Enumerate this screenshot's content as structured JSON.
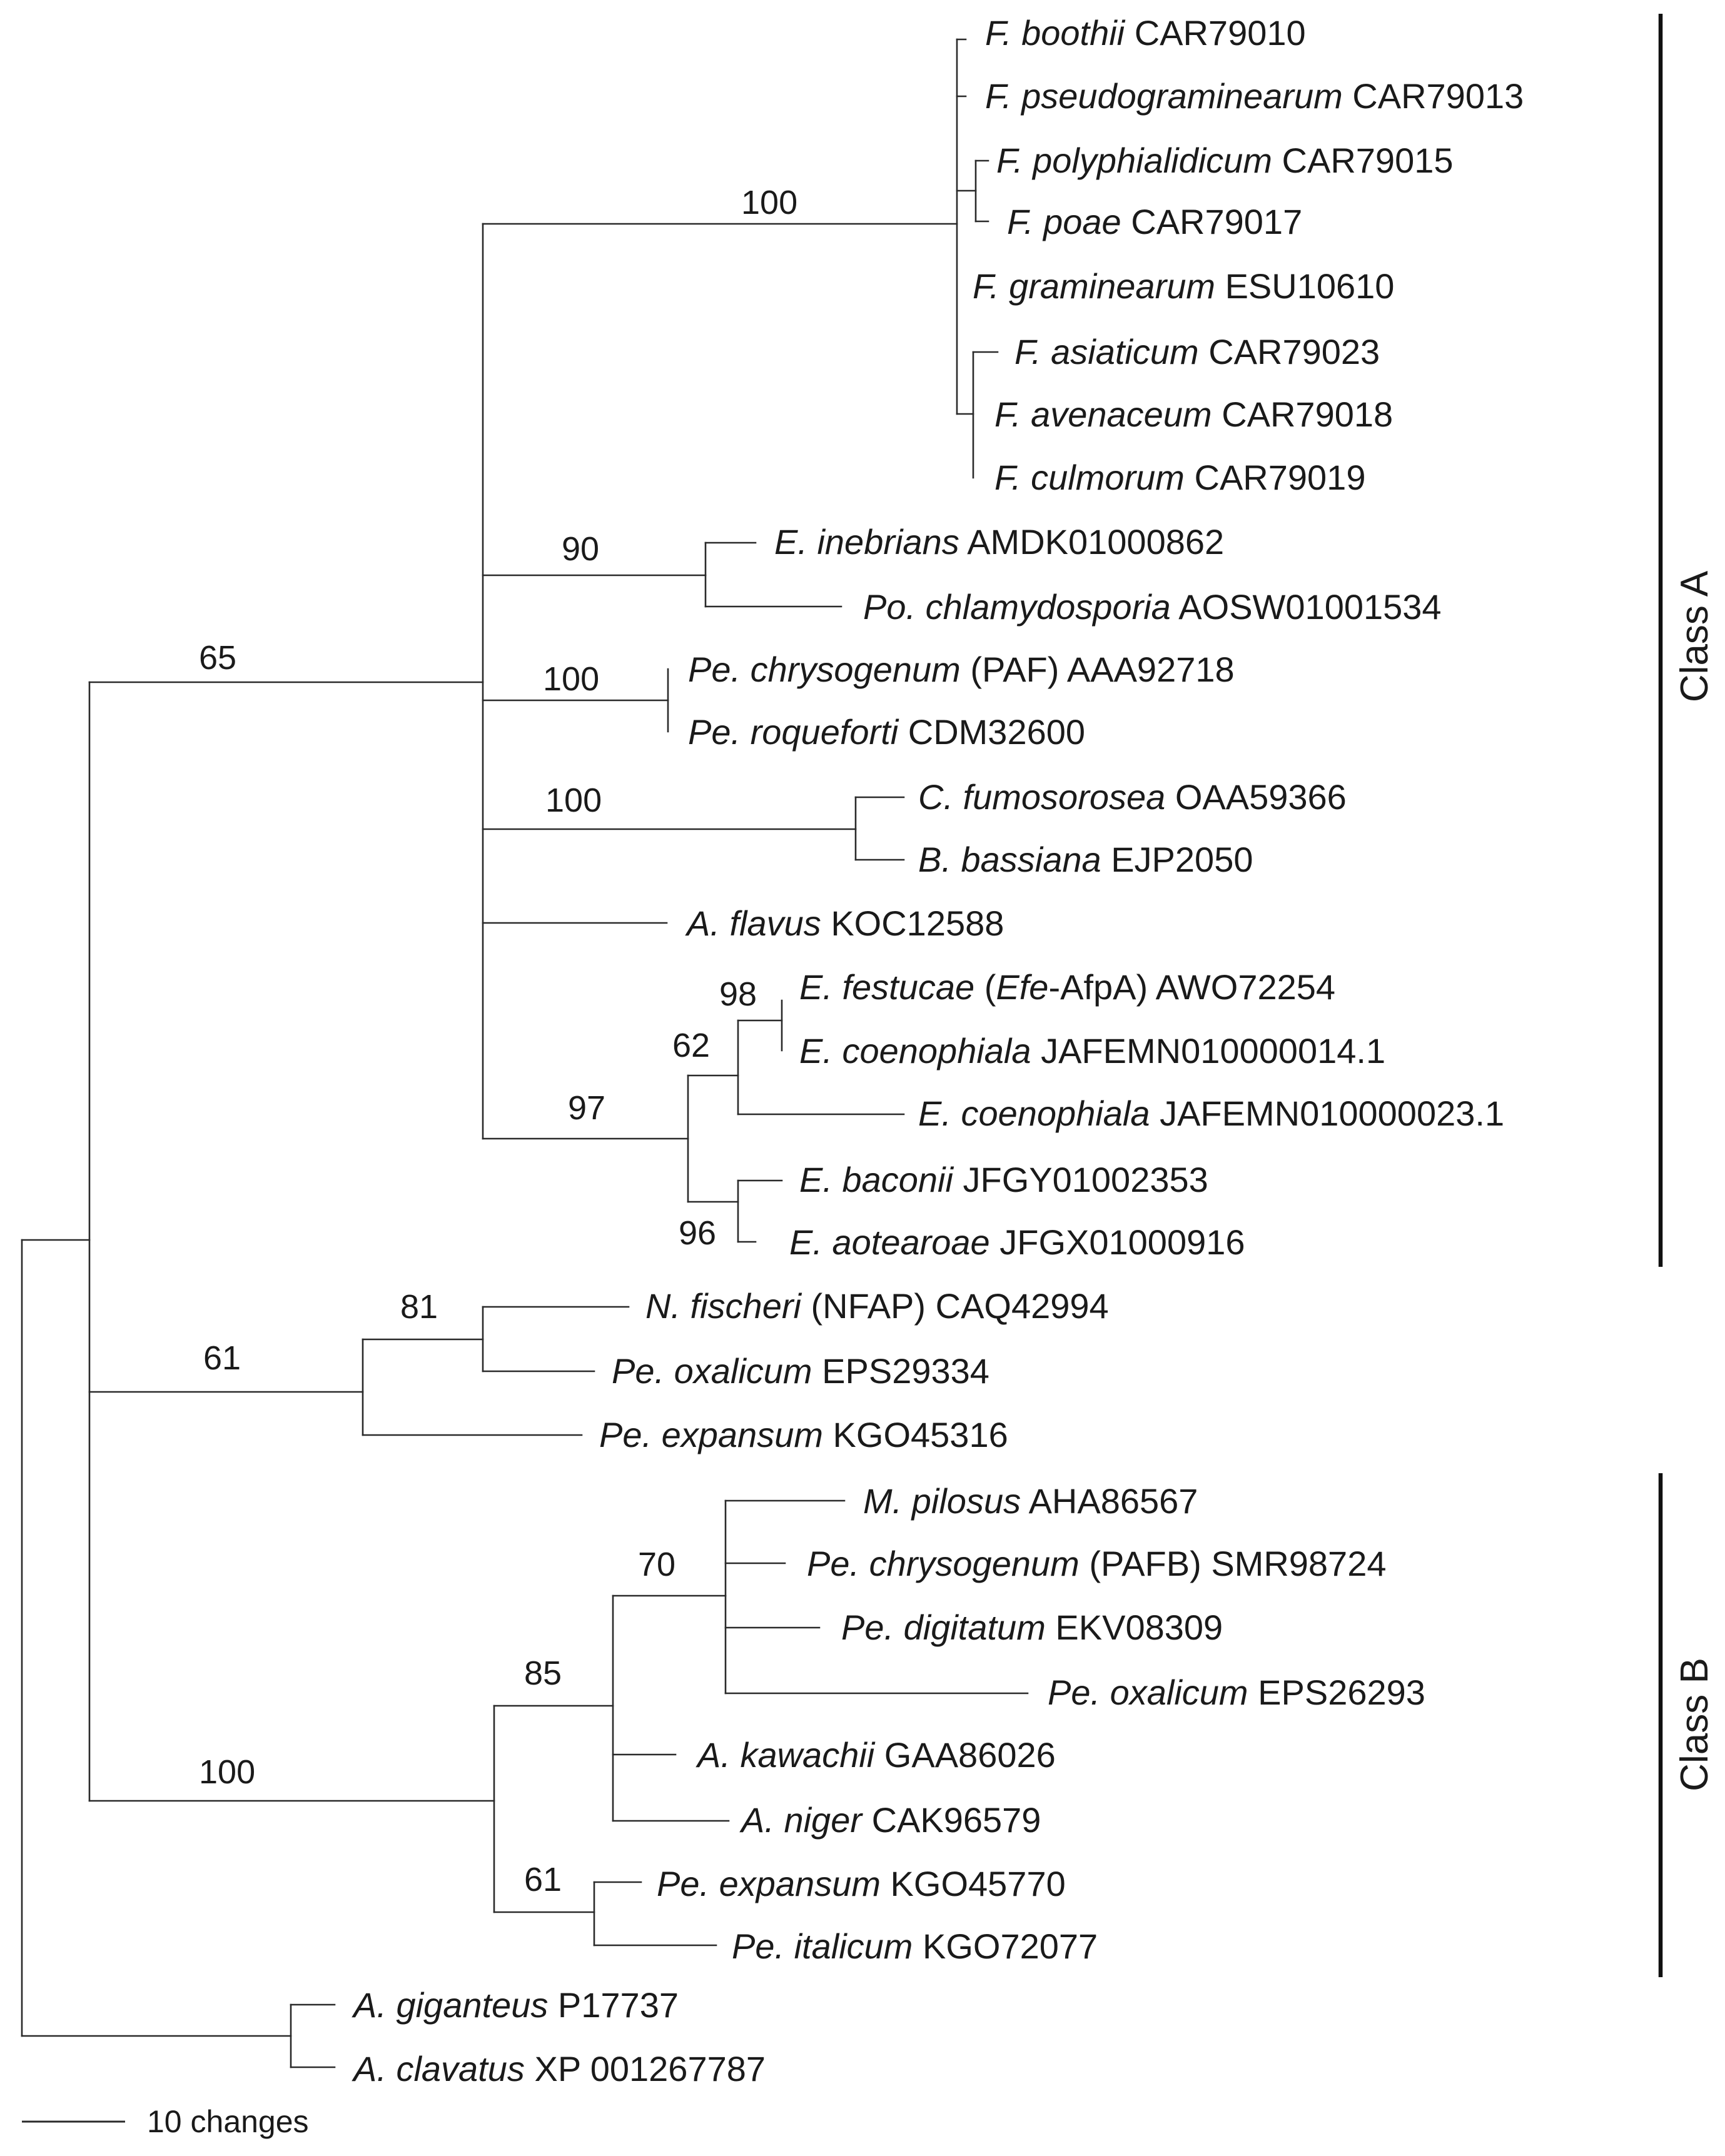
{
  "leaves": [
    {
      "id": "boothii",
      "species": "F. boothii",
      "accession": "CAR79010"
    },
    {
      "id": "pseudograminearum",
      "species": "F. pseudograminearum",
      "accession": "CAR79013"
    },
    {
      "id": "polyphialidicum",
      "species": "F. polyphialidicum",
      "accession": "CAR79015"
    },
    {
      "id": "poae",
      "species": "F. poae",
      "accession": "CAR79017"
    },
    {
      "id": "graminearum",
      "species": "F. graminearum",
      "accession": "ESU10610"
    },
    {
      "id": "asiaticum",
      "species": "F. asiaticum",
      "accession": "CAR79023"
    },
    {
      "id": "avenaceum",
      "species": "F. avenaceum",
      "accession": "CAR79018"
    },
    {
      "id": "culmorum",
      "species": "F. culmorum",
      "accession": "CAR79019"
    },
    {
      "id": "inebrians",
      "species": "E. inebrians",
      "accession": "AMDK01000862"
    },
    {
      "id": "pochlamy",
      "species": "Po. chlamydosporia",
      "accession": "AOSW01001534"
    },
    {
      "id": "pechrys_paf",
      "species": "Pe. chrysogenum",
      "note": "(PAF)",
      "accession": "AAA92718"
    },
    {
      "id": "peroque",
      "species": "Pe. roqueforti",
      "accession": "CDM32600"
    },
    {
      "id": "cfumo",
      "species": "C. fumosorosea",
      "accession": "OAA59366"
    },
    {
      "id": "bbass",
      "species": "B. bassiana",
      "accession": "EJP2050"
    },
    {
      "id": "aflavus",
      "species": "A. flavus",
      "accession": "KOC12588"
    },
    {
      "id": "efestucae",
      "species": "E. festucae",
      "note_open": "(",
      "note_italic": "Efe",
      "note_close": "-AfpA)",
      "accession": "AWO72254"
    },
    {
      "id": "ecoeno14",
      "species": "E. coenophiala",
      "accession": "JAFEMN010000014.1"
    },
    {
      "id": "ecoeno23",
      "species": "E. coenophiala",
      "accession": "JAFEMN010000023.1"
    },
    {
      "id": "ebaconii",
      "species": "E. baconii",
      "accession": "JFGY01002353"
    },
    {
      "id": "eaotea",
      "species": "E. aotearoae",
      "accession": "JFGX01000916"
    },
    {
      "id": "nfisch",
      "species": "N. fischeri",
      "note": "(NFAP)",
      "accession": "CAQ42994"
    },
    {
      "id": "peoxal1",
      "species": "Pe. oxalicum",
      "accession": "EPS29334"
    },
    {
      "id": "peexp1",
      "species": "Pe. expansum",
      "accession": "KGO45316"
    },
    {
      "id": "mpilosus",
      "species": "M. pilosus",
      "accession": "AHA86567"
    },
    {
      "id": "pechrys_pafb",
      "species": "Pe. chrysogenum",
      "note": "(PAFB)",
      "accession": "SMR98724"
    },
    {
      "id": "pedigit",
      "species": "Pe. digitatum",
      "accession": "EKV08309"
    },
    {
      "id": "peoxal2",
      "species": "Pe. oxalicum",
      "accession": "EPS26293"
    },
    {
      "id": "akawachii",
      "species": "A. kawachii",
      "accession": "GAA86026"
    },
    {
      "id": "aniger",
      "species": "A. niger",
      "accession": "CAK96579"
    },
    {
      "id": "peexp2",
      "species": "Pe. expansum",
      "accession": "KGO45770"
    },
    {
      "id": "peital",
      "species": "Pe. italicum",
      "accession": "KGO72077"
    },
    {
      "id": "agigant",
      "species": "A. giganteus",
      "accession": "P17737"
    },
    {
      "id": "aclav",
      "species": "A. clavatus",
      "accession": "XP 001267787"
    }
  ],
  "bootstrap": {
    "fusarium": "100",
    "inebrians": "90",
    "penicillium_paf": "100",
    "cordyceps": "100",
    "classA_root": "65",
    "festucae_pair": "98",
    "coenophiala_group": "62",
    "epichloe": "97",
    "baconii_pair": "96",
    "nfisch_pair": "81",
    "nfap_group": "61",
    "mpilosus_group": "70",
    "aspergillus_group": "85",
    "classB_root": "100",
    "expansum_pair": "61"
  },
  "classes": {
    "a_label": "Class A",
    "b_label": "Class B"
  },
  "scale": {
    "label": "10 changes"
  }
}
